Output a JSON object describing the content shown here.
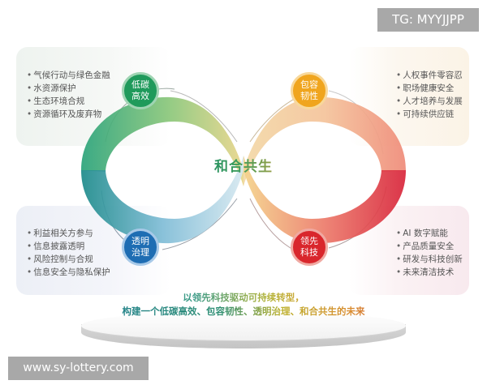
{
  "watermark": {
    "top": "TG: MYYJJPP",
    "bottom": "www.sy-lottery.com"
  },
  "center_title": "和合共生",
  "pillars": {
    "low_carbon": {
      "badge": [
        "低碳",
        "高效"
      ],
      "color": "#1f9a5b",
      "items": [
        "气候行动与绿色金融",
        "水资源保护",
        "生态环境合规",
        "资源循环及废弃物"
      ]
    },
    "inclusive": {
      "badge": [
        "包容",
        "韧性"
      ],
      "color": "#f0a51e",
      "items": [
        "人权事件零容忍",
        "职场健康安全",
        "人才培养与发展",
        "可持续供应链"
      ]
    },
    "transparent": {
      "badge": [
        "透明",
        "治理"
      ],
      "color": "#1e6db3",
      "items": [
        "利益相关方参与",
        "信息披露透明",
        "风险控制与合规",
        "信息安全与隐私保护"
      ]
    },
    "leading_tech": {
      "badge": [
        "领先",
        "科技"
      ],
      "color": "#d9262c",
      "items": [
        "AI 数字赋能",
        "产品质量安全",
        "研发与科技创新",
        "未来清洁技术"
      ]
    }
  },
  "slogan": {
    "line1": "以领先科技驱动可持续转型，",
    "line2": "构建一个低碳高效、包容韧性、透明治理、和合共生的未来"
  }
}
